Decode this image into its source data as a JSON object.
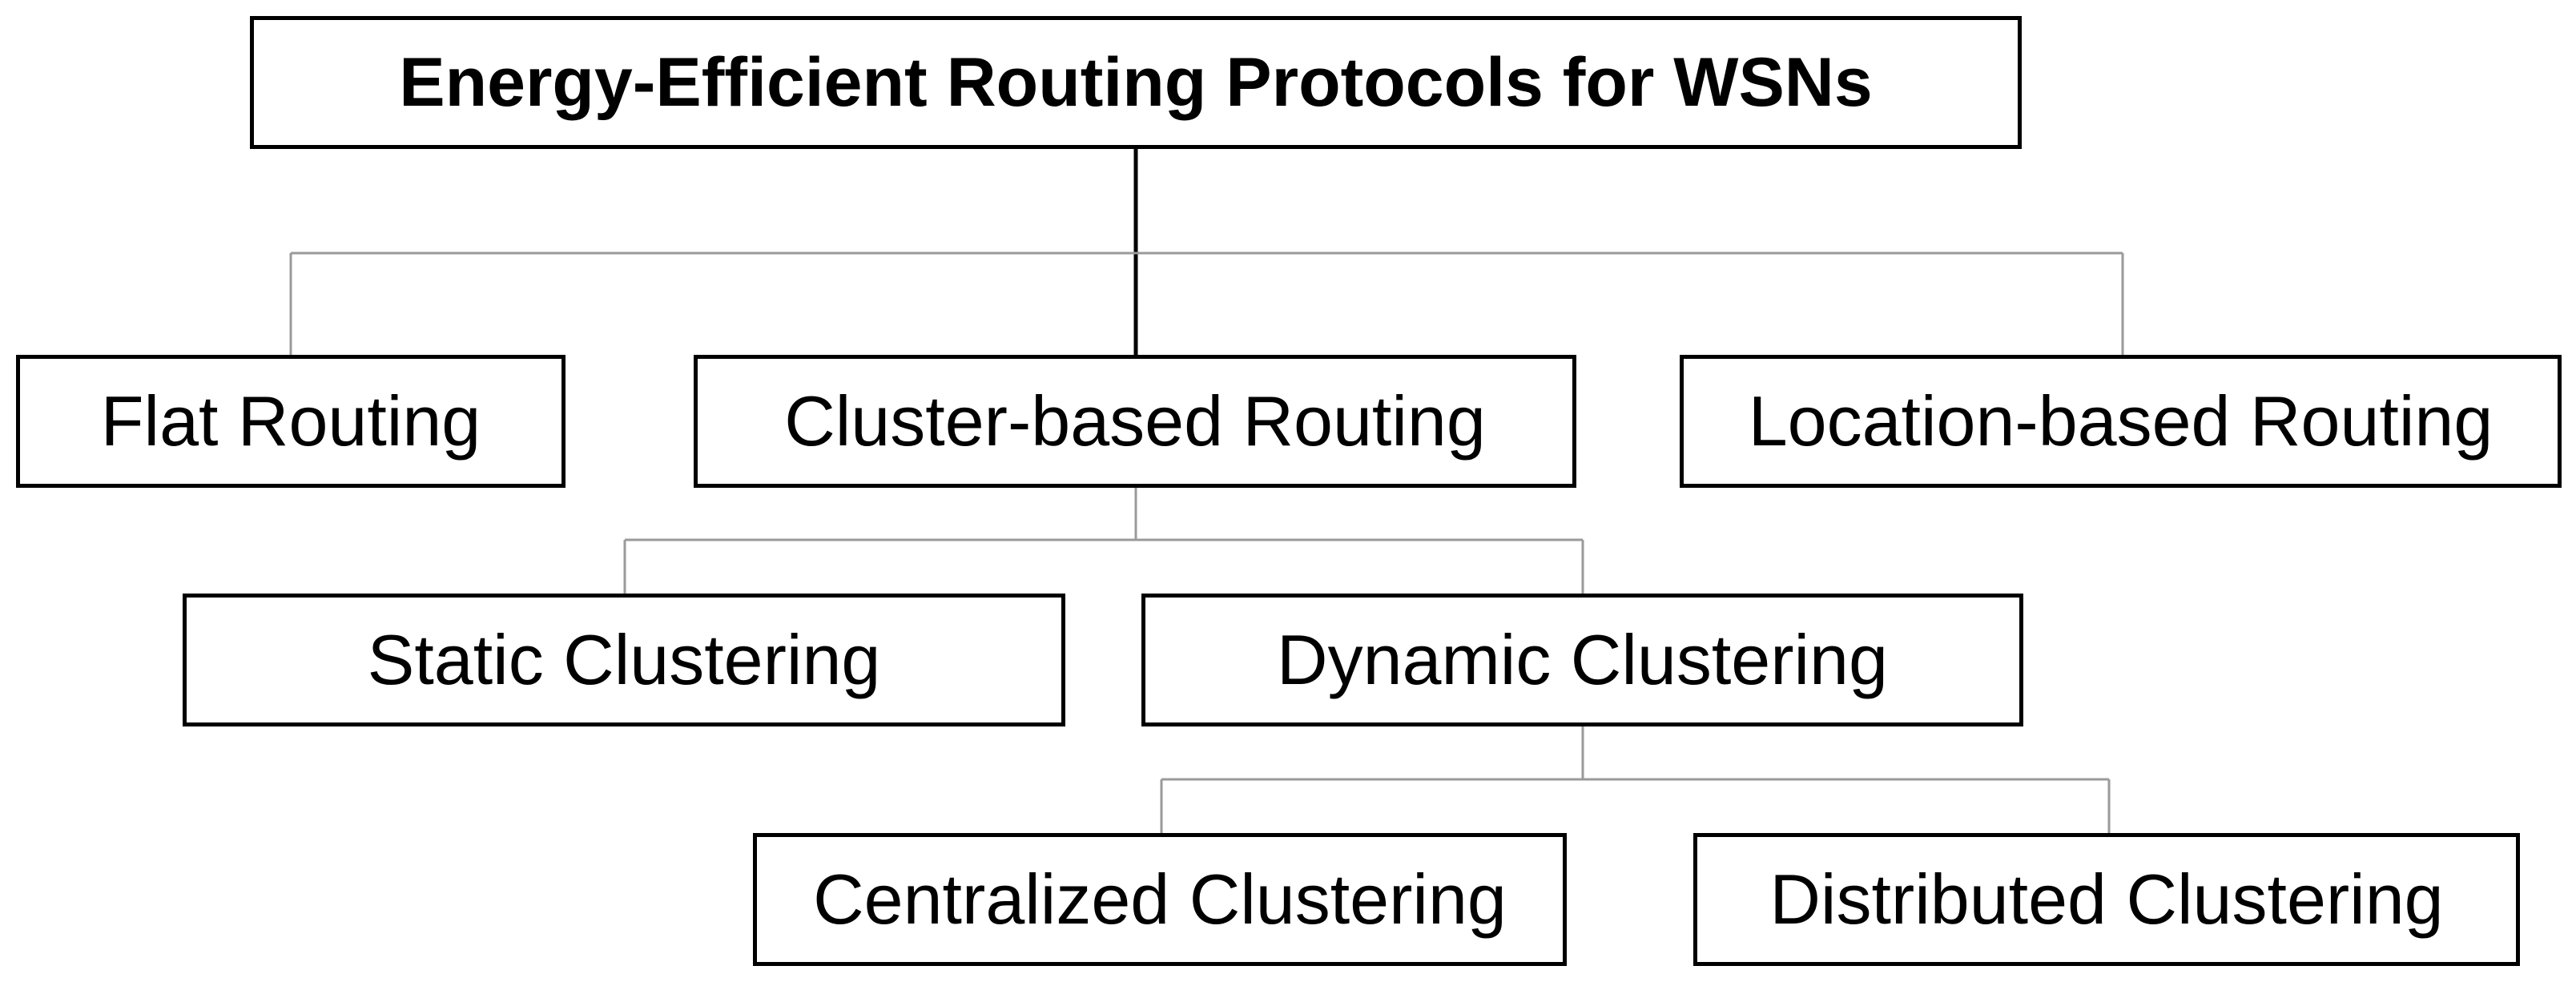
{
  "diagram": {
    "root": {
      "label": "Energy-Efficient Routing Protocols for WSNs"
    },
    "level1": [
      {
        "label": "Flat Routing"
      },
      {
        "label": "Cluster-based Routing"
      },
      {
        "label": "Location-based Routing"
      }
    ],
    "clustering": [
      {
        "label": "Static Clustering"
      },
      {
        "label": "Dynamic Clustering"
      }
    ],
    "dynamic_types": [
      {
        "label": "Centralized Clustering"
      },
      {
        "label": "Distributed Clustering"
      }
    ],
    "colors": {
      "box_border": "#000000",
      "connector_light": "#9a9a9a",
      "connector_main": "#000000",
      "text": "#000000",
      "background": "#ffffff"
    }
  }
}
